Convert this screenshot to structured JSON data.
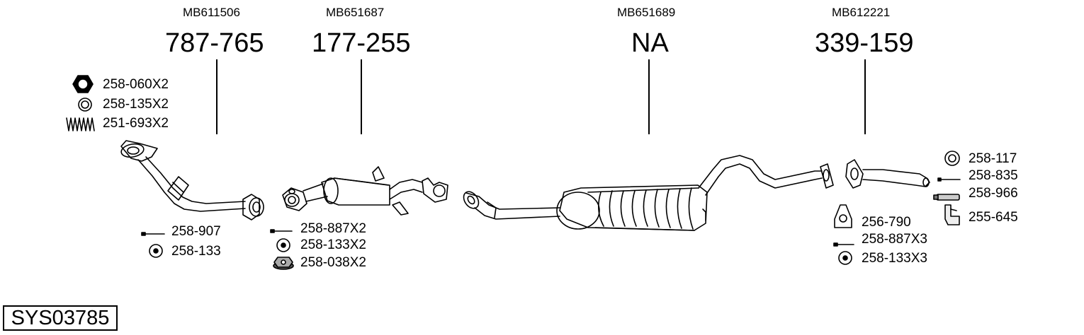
{
  "columns": [
    {
      "oem": "MB611506",
      "part": "787-765"
    },
    {
      "oem": "MB651687",
      "part": "177-255"
    },
    {
      "oem": "MB651689",
      "part": "NA"
    },
    {
      "oem": "MB612221",
      "part": "339-159"
    }
  ],
  "accessories": {
    "nut": "258-060X2",
    "ring_a": "258-135X2",
    "spring": "251-693X2",
    "bolt_a": "258-907",
    "ring_b": "258-133",
    "bolt_b": "258-887X2",
    "ring_c": "258-133X2",
    "nut_b": "258-038X2",
    "ring_d": "258-117",
    "bolt_c": "258-835",
    "clamp": "258-966",
    "bracket": "255-645",
    "gasket": "256-790",
    "bolt_d": "258-887X3",
    "ring_e": "258-133X3"
  },
  "system_code": "SYS03785"
}
